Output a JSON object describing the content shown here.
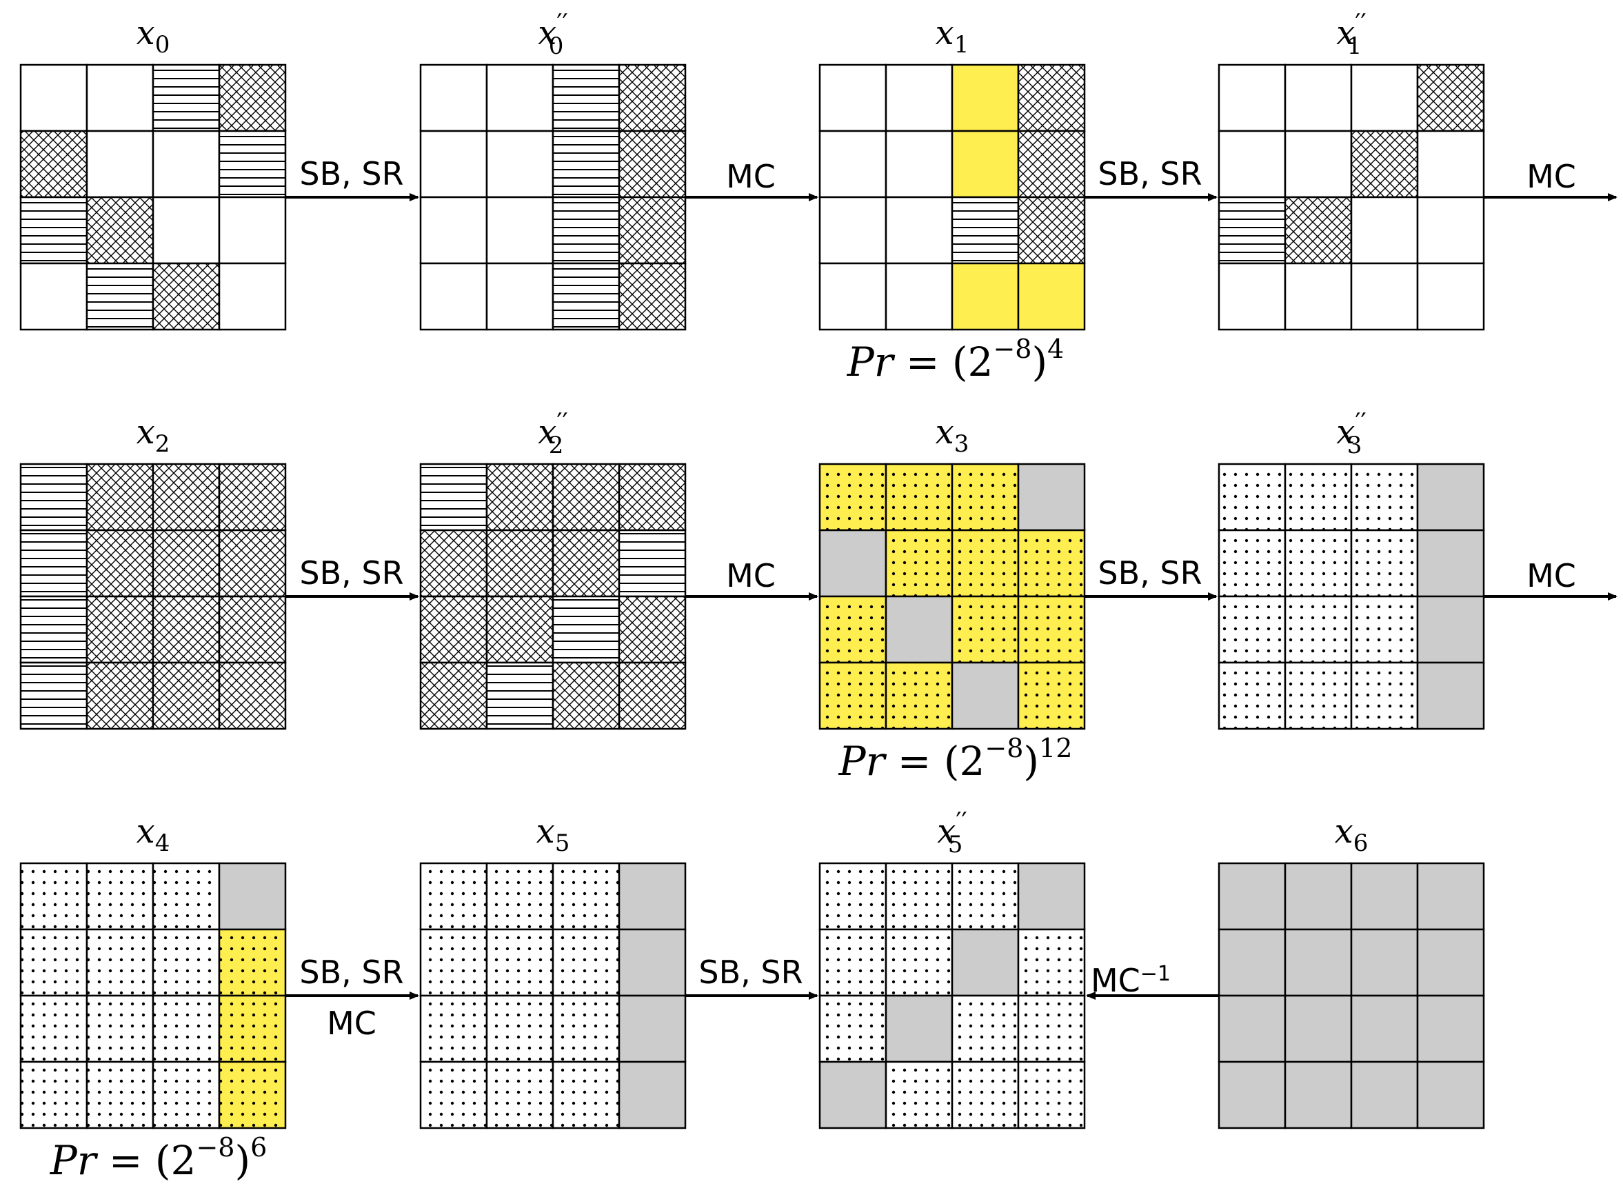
{
  "colors": {
    "yellow": "#FFEE50",
    "gray": "#CCCCCC",
    "line": "#000000"
  },
  "states": [
    {
      "name": "x0",
      "base": "x",
      "sub": "0",
      "prime": false,
      "cells": [
        [
          "w",
          "w",
          "h",
          "x"
        ],
        [
          "x",
          "w",
          "w",
          "h"
        ],
        [
          "h",
          "x",
          "w",
          "w"
        ],
        [
          "w",
          "h",
          "x",
          "w"
        ]
      ]
    },
    {
      "name": "x0pp",
      "base": "x",
      "sub": "0",
      "prime": true,
      "cells": [
        [
          "w",
          "w",
          "h",
          "x"
        ],
        [
          "w",
          "w",
          "h",
          "x"
        ],
        [
          "w",
          "w",
          "h",
          "x"
        ],
        [
          "w",
          "w",
          "h",
          "x"
        ]
      ]
    },
    {
      "name": "x1",
      "base": "x",
      "sub": "1",
      "prime": false,
      "cells": [
        [
          "w",
          "w",
          "y",
          "x"
        ],
        [
          "w",
          "w",
          "y",
          "x"
        ],
        [
          "w",
          "w",
          "h",
          "x"
        ],
        [
          "w",
          "w",
          "y",
          "y"
        ]
      ]
    },
    {
      "name": "x1pp",
      "base": "x",
      "sub": "1",
      "prime": true,
      "cells": [
        [
          "w",
          "w",
          "w",
          "x"
        ],
        [
          "w",
          "w",
          "x",
          "w"
        ],
        [
          "h",
          "x",
          "w",
          "w"
        ],
        [
          "w",
          "w",
          "w",
          "w"
        ]
      ]
    },
    {
      "name": "x2",
      "base": "x",
      "sub": "2",
      "prime": false,
      "cells": [
        [
          "h",
          "x",
          "x",
          "x"
        ],
        [
          "h",
          "x",
          "x",
          "x"
        ],
        [
          "h",
          "x",
          "x",
          "x"
        ],
        [
          "h",
          "x",
          "x",
          "x"
        ]
      ]
    },
    {
      "name": "x2pp",
      "base": "x",
      "sub": "2",
      "prime": true,
      "cells": [
        [
          "h",
          "x",
          "x",
          "x"
        ],
        [
          "x",
          "x",
          "x",
          "h"
        ],
        [
          "x",
          "x",
          "h",
          "x"
        ],
        [
          "x",
          "h",
          "x",
          "x"
        ]
      ]
    },
    {
      "name": "x3",
      "base": "x",
      "sub": "3",
      "prime": false,
      "cells": [
        [
          "yd",
          "yd",
          "yd",
          "g"
        ],
        [
          "g",
          "yd",
          "yd",
          "yd"
        ],
        [
          "yd",
          "g",
          "yd",
          "yd"
        ],
        [
          "yd",
          "yd",
          "g",
          "yd"
        ]
      ]
    },
    {
      "name": "x3pp",
      "base": "x",
      "sub": "3",
      "prime": true,
      "cells": [
        [
          "d",
          "d",
          "d",
          "g"
        ],
        [
          "d",
          "d",
          "d",
          "g"
        ],
        [
          "d",
          "d",
          "d",
          "g"
        ],
        [
          "d",
          "d",
          "d",
          "g"
        ]
      ]
    },
    {
      "name": "x4",
      "base": "x",
      "sub": "4",
      "prime": false,
      "cells": [
        [
          "d",
          "d",
          "d",
          "g"
        ],
        [
          "d",
          "d",
          "d",
          "yd"
        ],
        [
          "d",
          "d",
          "d",
          "yd"
        ],
        [
          "d",
          "d",
          "d",
          "yd"
        ]
      ]
    },
    {
      "name": "x5",
      "base": "x",
      "sub": "5",
      "prime": false,
      "cells": [
        [
          "d",
          "d",
          "d",
          "g"
        ],
        [
          "d",
          "d",
          "d",
          "g"
        ],
        [
          "d",
          "d",
          "d",
          "g"
        ],
        [
          "d",
          "d",
          "d",
          "g"
        ]
      ]
    },
    {
      "name": "x5pp",
      "base": "x",
      "sub": "5",
      "prime": true,
      "cells": [
        [
          "d",
          "d",
          "d",
          "g"
        ],
        [
          "d",
          "d",
          "g",
          "d"
        ],
        [
          "d",
          "g",
          "d",
          "d"
        ],
        [
          "g",
          "d",
          "d",
          "d"
        ]
      ]
    },
    {
      "name": "x6",
      "base": "x",
      "sub": "6",
      "prime": false,
      "cells": [
        [
          "g",
          "g",
          "g",
          "g"
        ],
        [
          "g",
          "g",
          "g",
          "g"
        ],
        [
          "g",
          "g",
          "g",
          "g"
        ],
        [
          "g",
          "g",
          "g",
          "g"
        ]
      ]
    }
  ],
  "edges": [
    {
      "name": "x0-to-x0pp",
      "labels": [
        "SB, SR"
      ]
    },
    {
      "name": "x0pp-to-x1",
      "labels": [
        "MC"
      ]
    },
    {
      "name": "x1-to-x1pp",
      "labels": [
        "SB, SR"
      ]
    },
    {
      "name": "x1pp-out",
      "labels": [
        "MC"
      ]
    },
    {
      "name": "x2-to-x2pp",
      "labels": [
        "SB, SR"
      ]
    },
    {
      "name": "x2pp-to-x3",
      "labels": [
        "MC"
      ]
    },
    {
      "name": "x3-to-x3pp",
      "labels": [
        "SB, SR"
      ]
    },
    {
      "name": "x3pp-out",
      "labels": [
        "MC"
      ]
    },
    {
      "name": "x4-to-x5",
      "labels": [
        "SB, SR",
        "MC"
      ]
    },
    {
      "name": "x5-to-x5pp",
      "labels": [
        "SB, SR"
      ]
    },
    {
      "name": "x6-to-x5pp",
      "labels": [
        "MC",
        "−1"
      ]
    }
  ],
  "probabilities": [
    {
      "name": "pr-x1",
      "lhs": "Pr",
      "eq": " = (2",
      "exp1": "−8",
      "close": ")",
      "exp2": "4"
    },
    {
      "name": "pr-x3",
      "lhs": "Pr",
      "eq": " = (2",
      "exp1": "−8",
      "close": ")",
      "exp2": "12"
    },
    {
      "name": "pr-x4",
      "lhs": "Pr",
      "eq": " = (2",
      "exp1": "−8",
      "close": ")",
      "exp2": "6"
    }
  ]
}
